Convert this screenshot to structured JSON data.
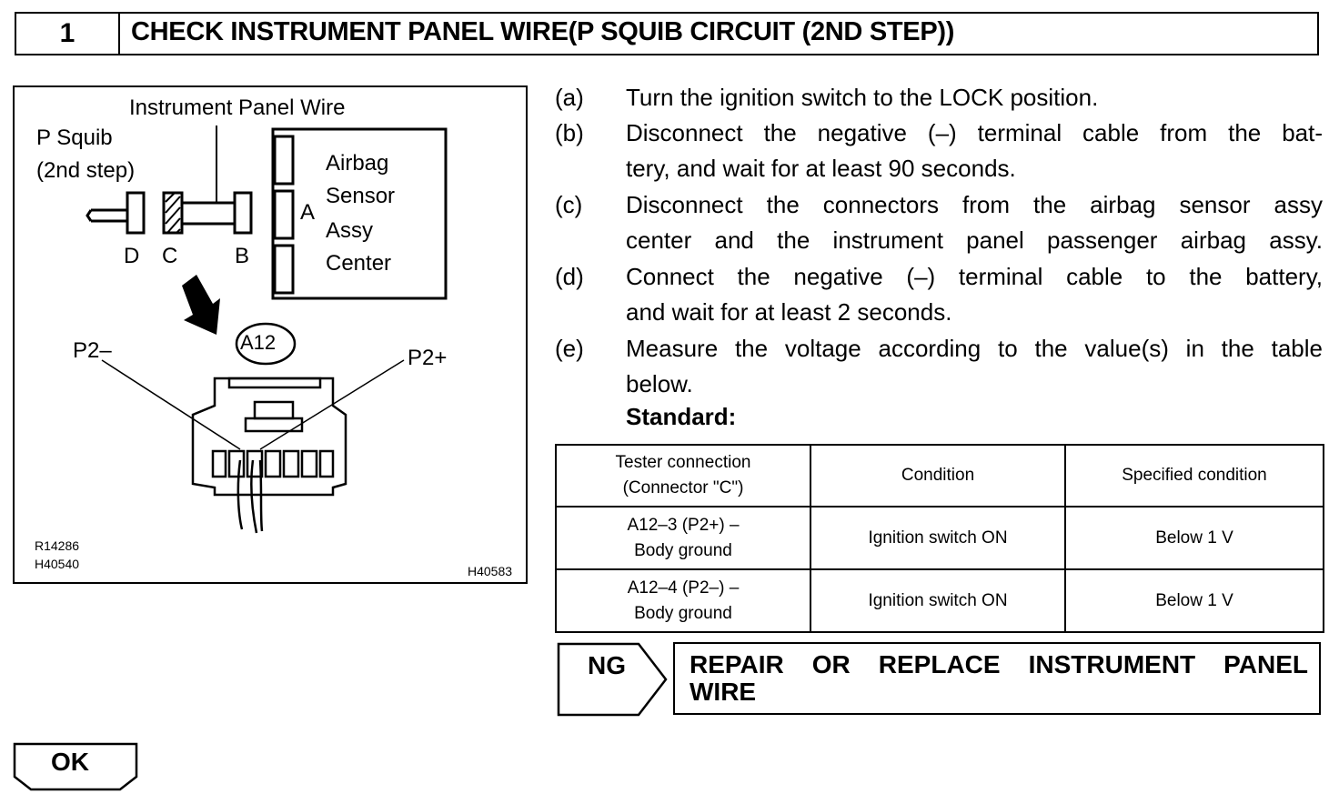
{
  "header": {
    "step_number": "1",
    "title": "CHECK INSTRUMENT PANEL WIRE(P SQUIB CIRCUIT (2ND STEP))"
  },
  "figure": {
    "instrument_panel_wire": "Instrument Panel Wire",
    "p_squib_line1": "P Squib",
    "p_squib_line2": "(2nd step)",
    "connector_d": "D",
    "connector_c": "C",
    "connector_b": "B",
    "connector_a": "A",
    "ecu_label": [
      "Airbag",
      "Sensor",
      "Assy",
      "Center"
    ],
    "connector_id": "A12",
    "terminal_minus": "P2–",
    "terminal_plus": "P2+",
    "ref1": "R14286",
    "ref2": "H40540",
    "ref3": "H40583"
  },
  "steps": [
    {
      "letter": "(a)",
      "lines": [
        "Turn the ignition switch to the LOCK position."
      ]
    },
    {
      "letter": "(b)",
      "lines": [
        "Disconnect the negative (–) terminal cable from the bat-",
        "tery, and wait for at least 90 seconds."
      ]
    },
    {
      "letter": "(c)",
      "lines": [
        "Disconnect the connectors from the airbag sensor assy",
        "center and the instrument panel passenger airbag assy."
      ]
    },
    {
      "letter": "(d)",
      "lines": [
        "Connect the negative (–) terminal cable to the battery,",
        "and wait for at least 2 seconds."
      ]
    },
    {
      "letter": "(e)",
      "lines": [
        "Measure the voltage according to the value(s) in the table",
        "below."
      ]
    }
  ],
  "standard_label": "Standard:",
  "table": {
    "headers": [
      [
        "Tester connection",
        "(Connector \"C\")"
      ],
      [
        "Condition"
      ],
      [
        "Specified condition"
      ]
    ],
    "rows": [
      [
        [
          "A12–3 (P2+) –",
          "Body ground"
        ],
        [
          "Ignition switch ON"
        ],
        [
          "Below 1 V"
        ]
      ],
      [
        [
          "A12–4 (P2–) –",
          "Body ground"
        ],
        [
          "Ignition switch ON"
        ],
        [
          "Below 1 V"
        ]
      ]
    ]
  },
  "ng": {
    "label": "NG",
    "line1": "REPAIR OR REPLACE INSTRUMENT PANEL",
    "line2": "WIRE"
  },
  "ok": {
    "label": "OK"
  }
}
